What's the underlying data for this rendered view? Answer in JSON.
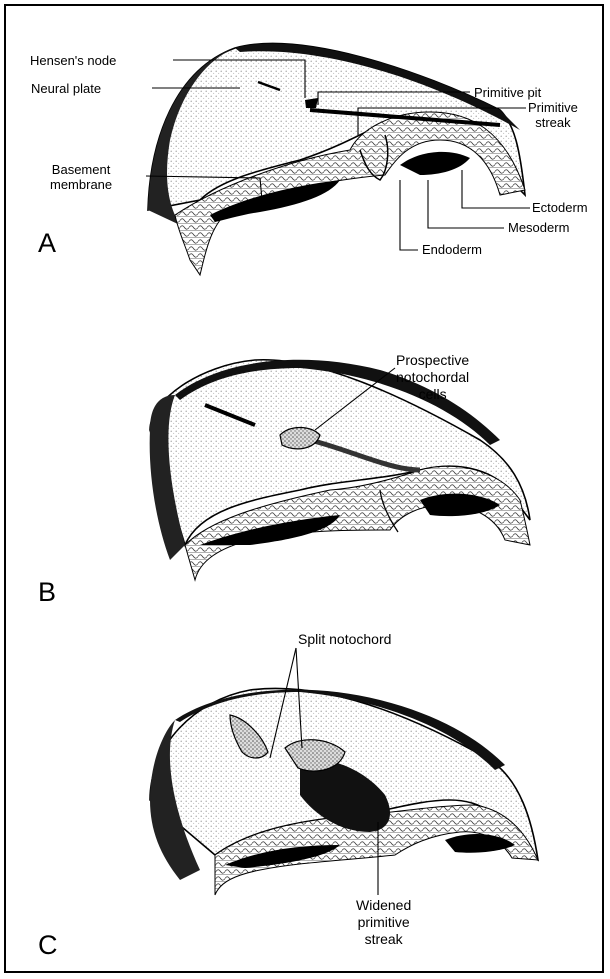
{
  "panels": [
    {
      "letter": "A",
      "labels": {
        "hensens_node": "Hensen's node",
        "neural_plate": "Neural plate",
        "primitive_pit": "Primitive pit",
        "primitive_streak_1": "Primitive",
        "primitive_streak_2": "streak",
        "basement_membrane_1": "Basement",
        "basement_membrane_2": "membrane",
        "ectoderm": "Ectoderm",
        "mesoderm": "Mesoderm",
        "endoderm": "Endoderm"
      }
    },
    {
      "letter": "B",
      "labels": {
        "prospective_1": "Prospective",
        "prospective_2": "notochordal",
        "prospective_3": "cells"
      }
    },
    {
      "letter": "C",
      "labels": {
        "split_notochord": "Split notochord",
        "widened_1": "Widened",
        "widened_2": "primitive",
        "widened_3": "streak"
      }
    }
  ]
}
